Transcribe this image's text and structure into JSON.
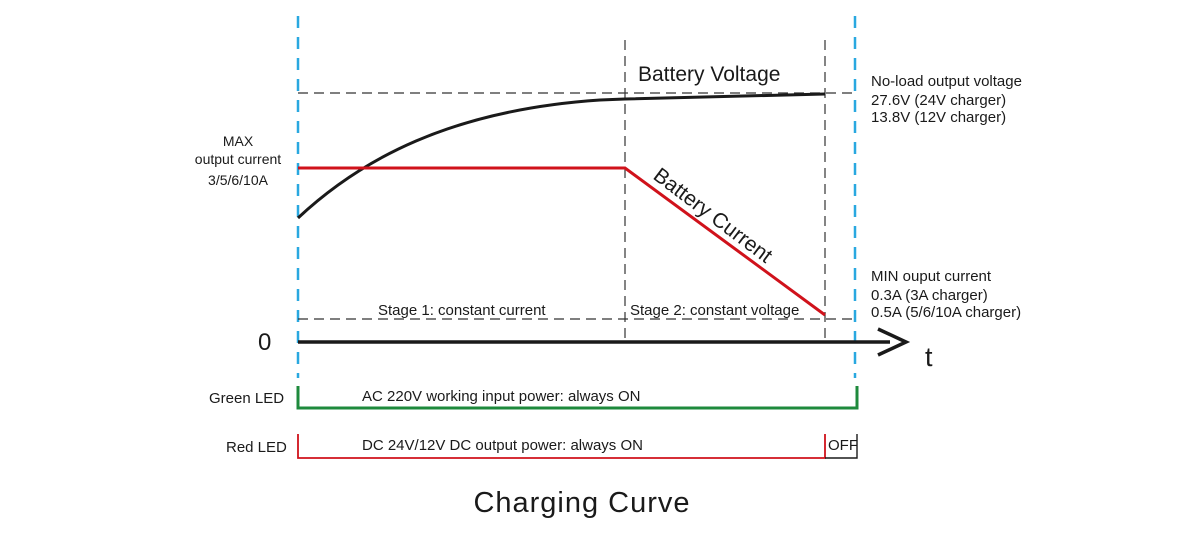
{
  "title": "Charging Curve",
  "labels": {
    "battery_voltage": "Battery Voltage",
    "battery_current": "Battery Current",
    "zero": "0",
    "t_axis": "t",
    "max_current_line1": "MAX",
    "max_current_line2": "output current",
    "max_current_values": "3/5/6/10A",
    "no_load_title": "No-load output voltage",
    "no_load_24v": "27.6V  (24V charger)",
    "no_load_12v": "13.8V  (12V charger)",
    "min_current_title": "MIN ouput current",
    "min_current_3a": "0.3A  (3A charger)",
    "min_current_5a": "0.5A  (5/6/10A charger)",
    "stage1": "Stage 1: constant current",
    "stage2": "Stage 2: constant voltage"
  },
  "leds": {
    "green_label": "Green LED",
    "green_text": "AC 220V working input power: always ON",
    "red_label": "Red LED",
    "red_text": "DC 24V/12V DC output power: always ON",
    "red_off": "OFF"
  },
  "colors": {
    "voltage_curve": "#1a1a1a",
    "current_curve": "#d0121b",
    "boundary": "#29a8e0",
    "green_led": "#1e8a3c",
    "red_led": "#d0121b",
    "guide": "#333333"
  }
}
